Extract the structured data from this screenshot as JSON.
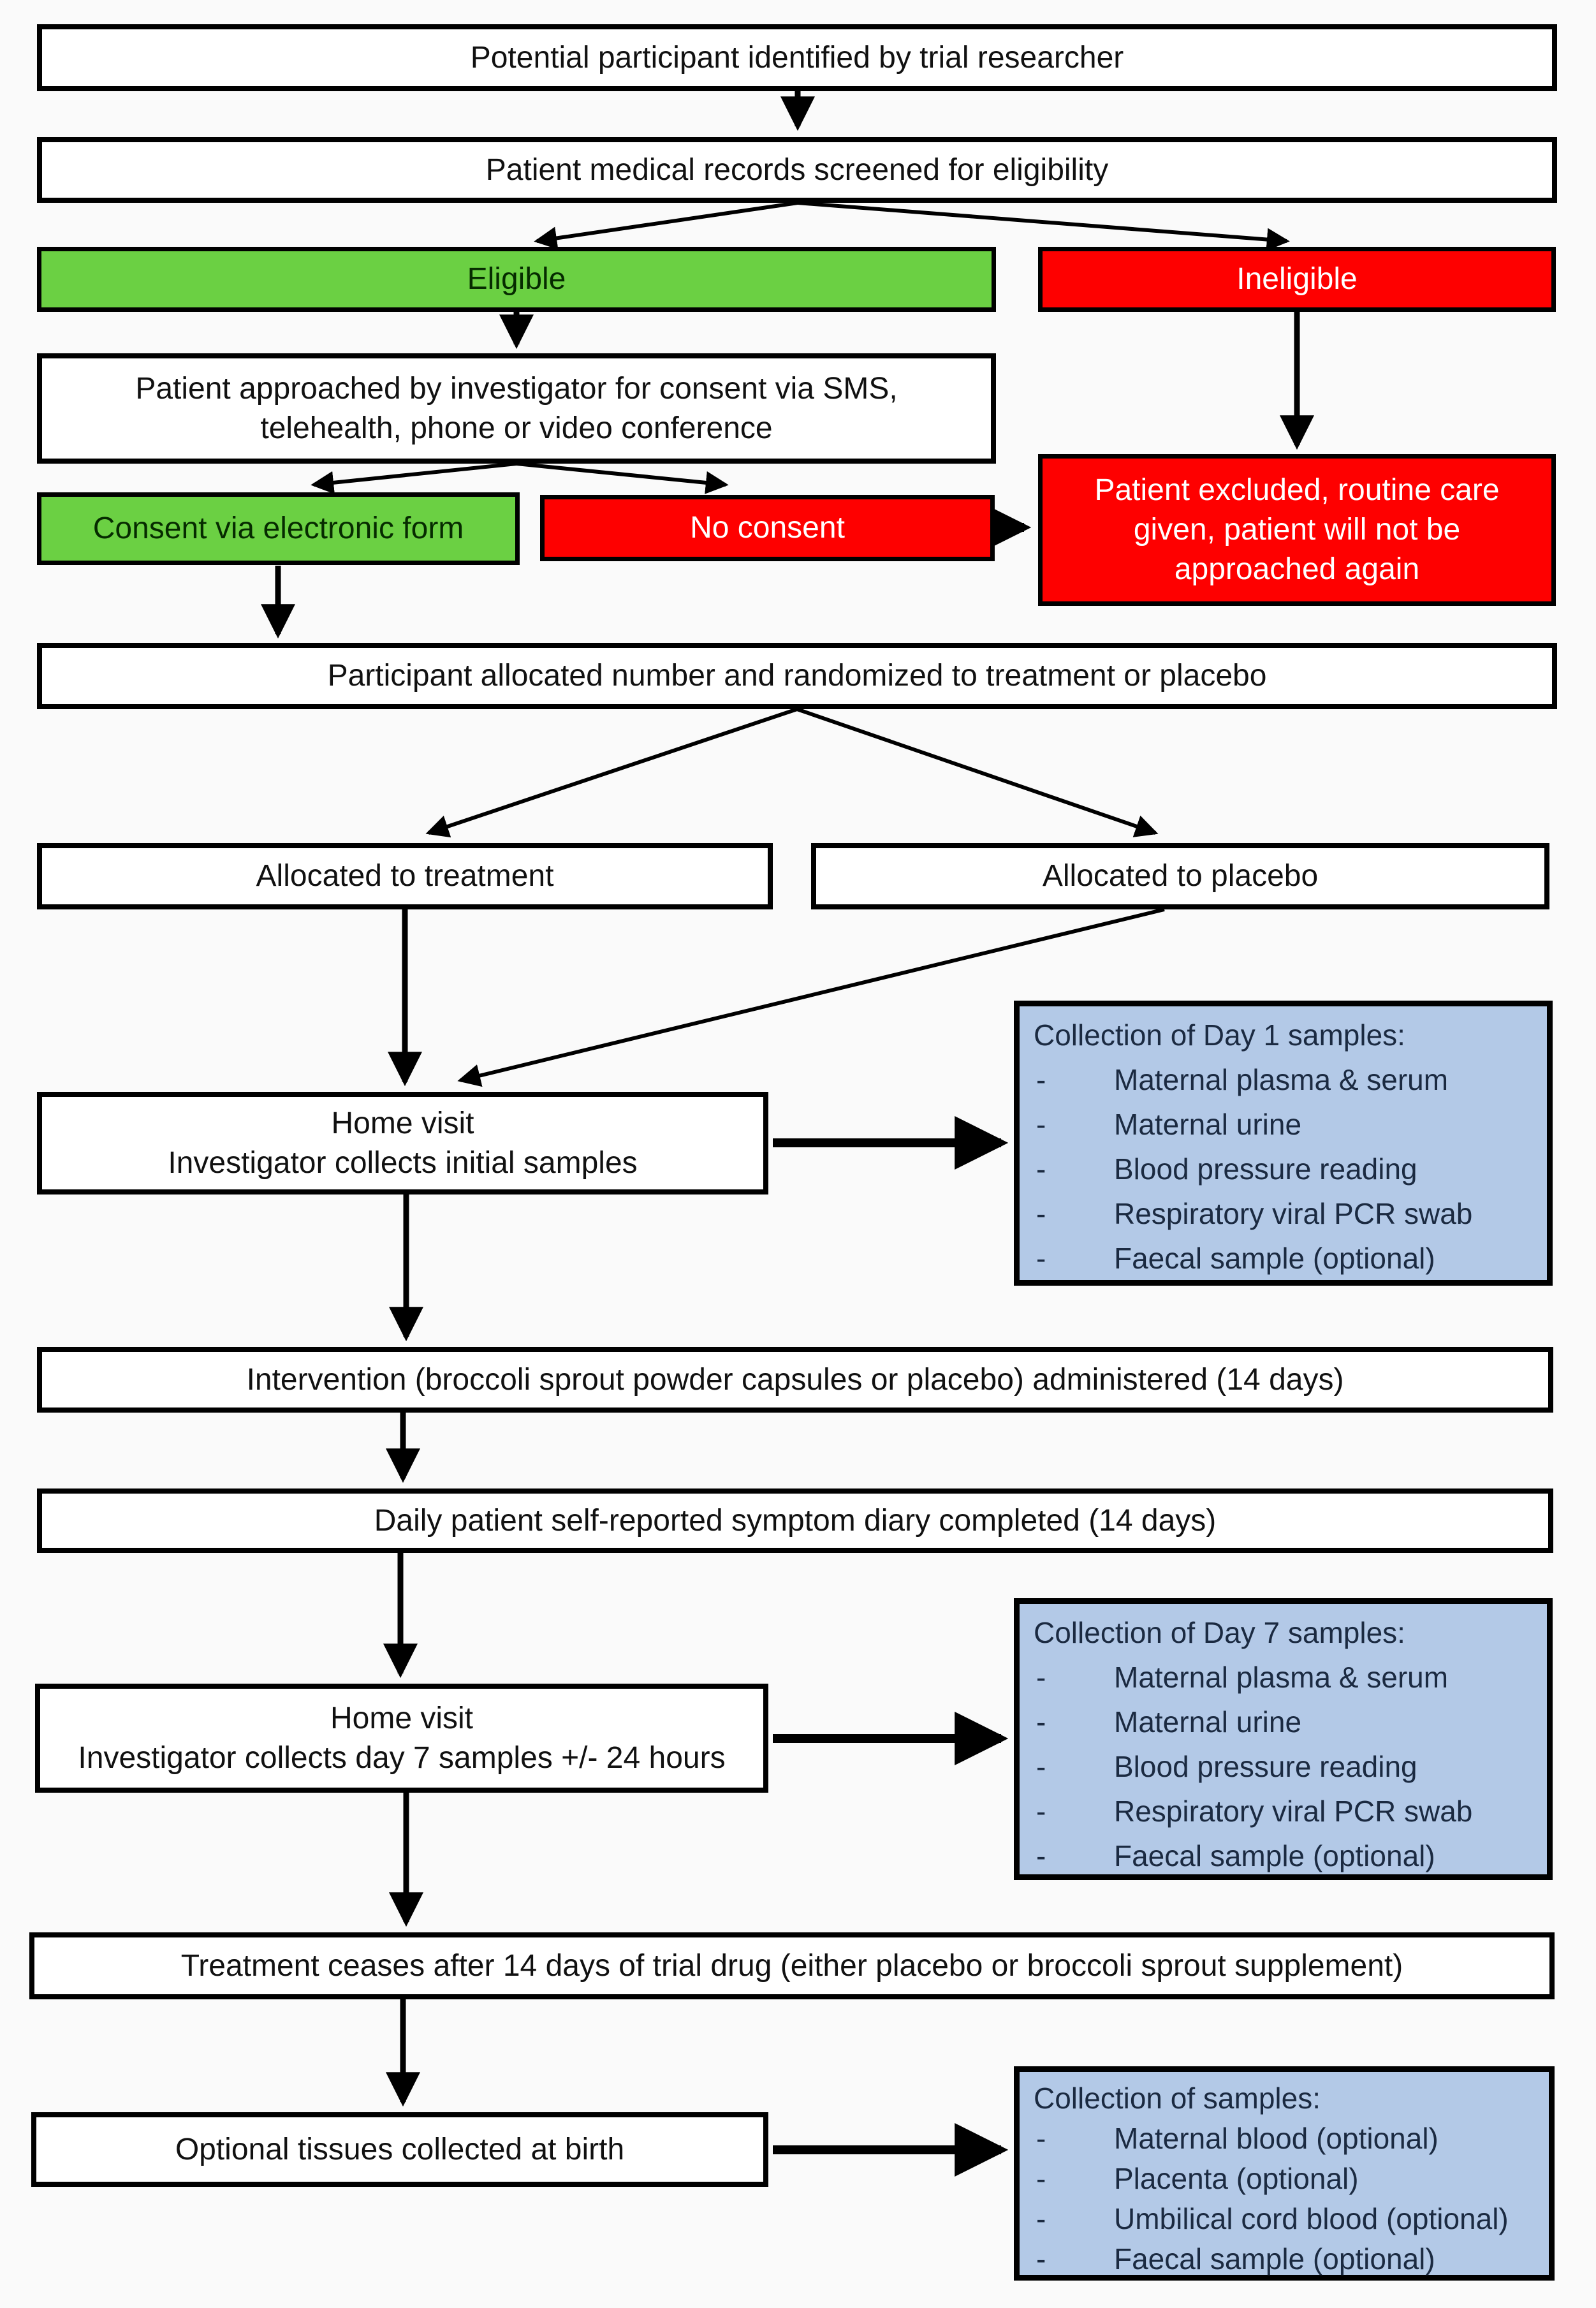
{
  "bullet": "-",
  "colors": {
    "eligible_green": "#6BD043",
    "alert_red": "#FE0000",
    "panel_blue": "#B3C9E7",
    "line_black": "#000000"
  },
  "nodes": {
    "identified": "Potential participant identified by trial researcher",
    "screened": "Patient medical records screened for eligibility",
    "eligible": "Eligible",
    "ineligible": "Ineligible",
    "approached_l1": "Patient approached by investigator for consent via SMS,",
    "approached_l2": "telehealth, phone or video conference",
    "consent": "Consent via electronic form",
    "no_consent": "No consent",
    "excluded_l1": "Patient excluded, routine care",
    "excluded_l2": "given, patient will not be",
    "excluded_l3": "approached again",
    "randomized": "Participant allocated number and randomized to treatment or placebo",
    "alloc_treatment": "Allocated to treatment",
    "alloc_placebo": "Allocated to placebo",
    "home1_l1": "Home visit",
    "home1_l2": "Investigator collects initial samples",
    "intervention": "Intervention (broccoli sprout powder capsules or placebo) administered (14 days)",
    "diary": "Daily patient self-reported symptom diary completed (14 days)",
    "home2_l1": "Home visit",
    "home2_l2": "Investigator collects day 7 samples +/- 24 hours",
    "cease": "Treatment ceases after 14 days of trial drug (either placebo or broccoli sprout supplement)",
    "birth": "Optional tissues collected at birth"
  },
  "panels": {
    "day1": {
      "title": "Collection of Day 1 samples:",
      "items": [
        "Maternal plasma & serum",
        "Maternal urine",
        "Blood pressure reading",
        "Respiratory viral PCR swab",
        "Faecal sample (optional)"
      ]
    },
    "day7": {
      "title": "Collection of Day 7 samples:",
      "items": [
        "Maternal plasma & serum",
        "Maternal urine",
        "Blood pressure reading",
        "Respiratory viral PCR swab",
        "Faecal sample (optional)"
      ]
    },
    "birth": {
      "title": "Collection of samples:",
      "items": [
        "Maternal blood (optional)",
        "Placenta (optional)",
        "Umbilical cord blood (optional)",
        "Faecal sample (optional)"
      ]
    }
  }
}
